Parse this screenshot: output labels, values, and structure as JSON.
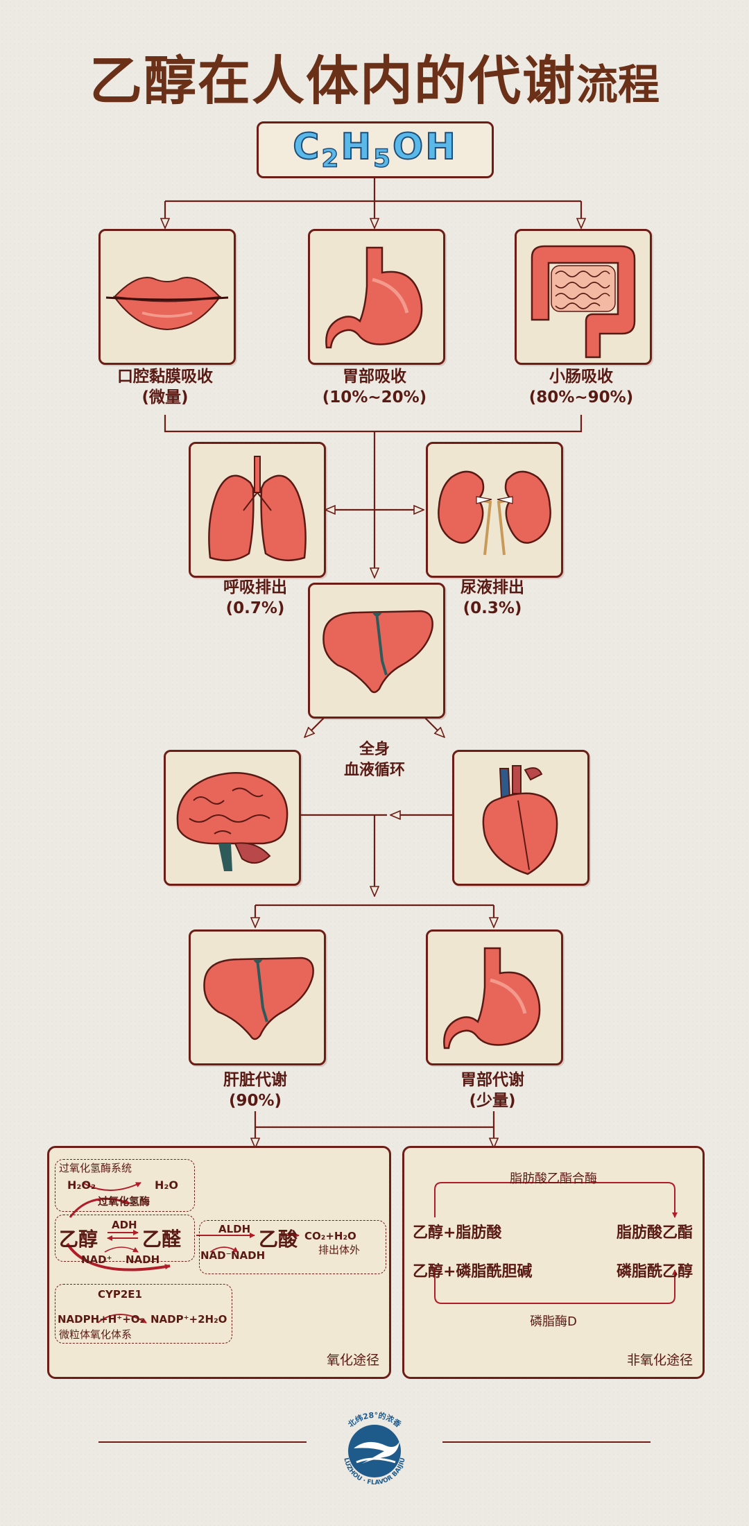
{
  "title": {
    "main": "乙醇在人体内的代谢",
    "suffix": "流程"
  },
  "formula": {
    "c": "C",
    "c_sub": "2",
    "h": "H",
    "h_sub": "5",
    "oh": "OH"
  },
  "absorption": [
    {
      "icon": "lips-icon",
      "name": "口腔黏膜吸收",
      "amount": "(微量)"
    },
    {
      "icon": "stomach-icon",
      "name": "胃部吸收",
      "amount": "(10%~20%)"
    },
    {
      "icon": "intestine-icon",
      "name": "小肠吸收",
      "amount": "(80%~90%)"
    }
  ],
  "excretion": [
    {
      "icon": "lungs-icon",
      "name": "呼吸排出",
      "amount": "(0.7%)"
    },
    {
      "icon": "kidneys-icon",
      "name": "尿液排出",
      "amount": "(0.3%)"
    }
  ],
  "circulation": {
    "line1": "全身",
    "line2": "血液循环"
  },
  "metabolism": [
    {
      "icon": "liver-icon",
      "name": "肝脏代谢",
      "amount": "(90%)"
    },
    {
      "icon": "stomach-icon",
      "name": "胃部代谢",
      "amount": "(少量)"
    }
  ],
  "oxidative": {
    "footer": "氧化途径",
    "catalase_system": "过氧化氢酶系统",
    "h2o2": "H₂O₂",
    "h2o": "H₂O",
    "catalase": "过氧化氢酶",
    "ethanol": "乙醇",
    "acetaldehyde": "乙醛",
    "adh": "ADH",
    "nad_plus": "NAD⁺",
    "nadh": "NADH",
    "aldh": "ALDH",
    "nad_minus": "NAD⁻",
    "nadh2": "NADH",
    "acetic_acid": "乙酸",
    "co2_h2o": "CO₂+H₂O",
    "excrete": "排出体外",
    "cyp": "CYP2E1",
    "nadph": "NADPH+H⁺+O₂",
    "nadp": "NADP⁺+2H₂O",
    "microsomal": "微粒体氧化体系"
  },
  "nonoxidative": {
    "footer": "非氧化途径",
    "enzyme1": "脂肪酸乙酯合酶",
    "left1": "乙醇+脂肪酸",
    "right1": "脂肪酸乙酯",
    "left2": "乙醇+磷脂酰胆碱",
    "right2": "磷脂酰乙醇",
    "enzyme2": "磷脂酶D"
  },
  "logo": {
    "top_text": "北纬28°的浓香",
    "bottom_text": "LUZHOU · FLAVOR BAIJIU"
  },
  "colors": {
    "frame": "#6b1d16",
    "organ_red": "#e8655a",
    "text": "#5a1a14",
    "formula_fill": "#5ab9e8",
    "arrow_red": "#b01c28",
    "logo_blue": "#1e5a8a"
  }
}
